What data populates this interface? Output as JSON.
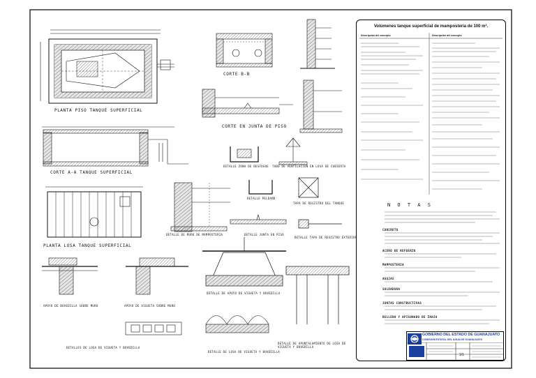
{
  "labels": {
    "planta_piso": "PLANTA PISO TANQUE SUPERFICIAL",
    "corte_bb": "CORTE B-B",
    "corte_junta": "CORTE EN JUNTA DE PISO",
    "corte_aa": "CORTE A-A TANQUE SUPERFICIAL",
    "detalle_desfogue": "DETALLE ZONA DE DESFOGUE",
    "tubo_ventilacion": "TUBO DE VENTILACION EN LOSA DE CUBIERTA",
    "planta_losa": "PLANTA LOSA TANQUE SUPERFICIAL",
    "detalle_peldano": "DETALLE PELDAÑO",
    "tapa_registro": "TAPA DE REGISTRO DEL TANQUE",
    "detalle_muro": "DETALLE DE MURO DE MAMPOSTERIA",
    "detalle_junta_piso": "DETALLE JUNTA EN PISO",
    "tapa_exterior": "DETALLE TAPA DE REGISTRO EXTERIOR",
    "apoyo_bovedilla": "APOYO DE BOVEDILLA SOBRE MURO",
    "apoyo_vigueta": "APOYO DE VIGUETA SOBRE MURO",
    "detalle_apoyo": "DETALLE DE APOYO DE VIGUETA Y BOVEDILLA",
    "detalle_losa_vb": "DETALLES DE LOSA DE VIGUETA Y BOVEDILLA",
    "detalle_losa": "DETALLE DE LOSA DE VIGUETA Y BOVEDILLA",
    "detalle_acabado": "DETALLE DE APUNTALAMIENTO DE LOSA DE VIGUETA Y BOVEDILLA"
  },
  "panel": {
    "title": "Volúmenes tanque superficial de mamposteria de 100 m³.",
    "col_left": "Descripción del concepto",
    "col_right": "Descripción del concepto",
    "notes_title": "N O T A S",
    "sections": [
      "CONCRETO",
      "ACERO DE REFUERZO",
      "MAMPOSTERIA",
      "AGUJAS",
      "SOLDADURA",
      "JUNTAS CONSTRUCTIVAS",
      "RELLENO Y APISONADO DE ZANJA"
    ]
  },
  "titleblock": {
    "gov": "GOBIERNO DEL ESTADO DE GUANAJUATO",
    "commission": "COMISION ESTATAL DEL AGUA DE GUANAJUATO",
    "sheet": "1/1"
  },
  "colors": {
    "ink": "#111111",
    "agency_blue": "#1a3f9e"
  }
}
